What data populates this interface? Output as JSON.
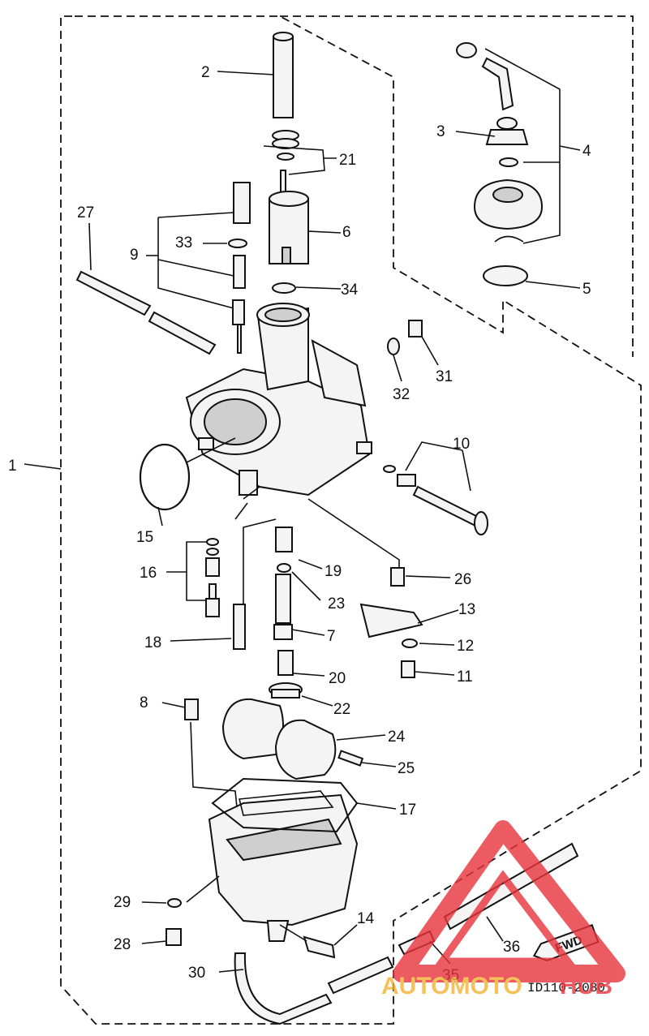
{
  "diagram": {
    "callouts": [
      {
        "id": "c1",
        "text": "1"
      },
      {
        "id": "c2",
        "text": "2"
      },
      {
        "id": "c3",
        "text": "3"
      },
      {
        "id": "c4",
        "text": "4"
      },
      {
        "id": "c5",
        "text": "5"
      },
      {
        "id": "c6",
        "text": "6"
      },
      {
        "id": "c7",
        "text": "7"
      },
      {
        "id": "c8",
        "text": "8"
      },
      {
        "id": "c9",
        "text": "9"
      },
      {
        "id": "c10",
        "text": "10"
      },
      {
        "id": "c11",
        "text": "11"
      },
      {
        "id": "c12",
        "text": "12"
      },
      {
        "id": "c13",
        "text": "13"
      },
      {
        "id": "c14",
        "text": "14"
      },
      {
        "id": "c15",
        "text": "15"
      },
      {
        "id": "c16",
        "text": "16"
      },
      {
        "id": "c17",
        "text": "17"
      },
      {
        "id": "c18",
        "text": "18"
      },
      {
        "id": "c19",
        "text": "19"
      },
      {
        "id": "c20",
        "text": "20"
      },
      {
        "id": "c21",
        "text": "21"
      },
      {
        "id": "c22",
        "text": "22"
      },
      {
        "id": "c23",
        "text": "23"
      },
      {
        "id": "c24",
        "text": "24"
      },
      {
        "id": "c25",
        "text": "25"
      },
      {
        "id": "c26",
        "text": "26"
      },
      {
        "id": "c27",
        "text": "27"
      },
      {
        "id": "c28",
        "text": "28"
      },
      {
        "id": "c29",
        "text": "29"
      },
      {
        "id": "c30",
        "text": "30"
      },
      {
        "id": "c31",
        "text": "31"
      },
      {
        "id": "c32",
        "text": "32"
      },
      {
        "id": "c33",
        "text": "33"
      },
      {
        "id": "c34",
        "text": "34"
      },
      {
        "id": "c35",
        "text": "35"
      },
      {
        "id": "c36",
        "text": "36"
      }
    ],
    "fwd_tag": "FWD",
    "figure_code": "ID110-2080"
  },
  "watermark": {
    "text_left": "AUTOMOTO",
    "text_right": "HUB",
    "color_primary": "#e8333a",
    "color_secondary": "#f2b233"
  }
}
